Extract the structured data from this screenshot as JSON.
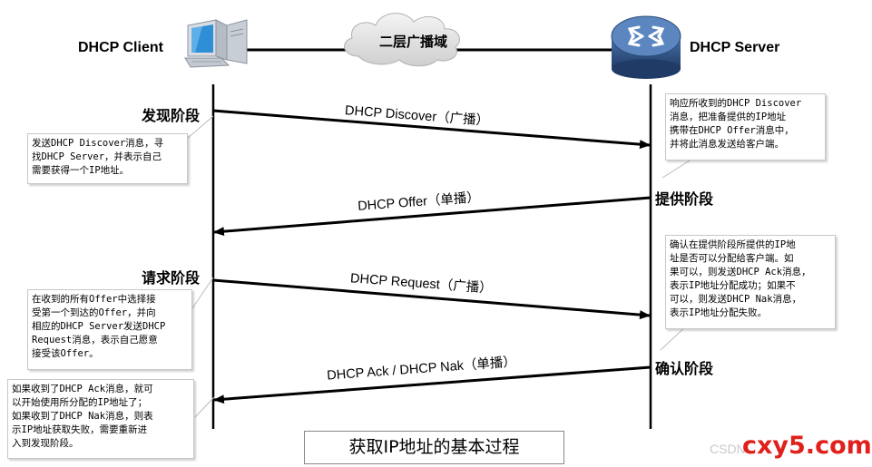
{
  "actors": {
    "client_label": "DHCP Client",
    "server_label": "DHCP Server",
    "network_label": "二层广播域"
  },
  "messages": {
    "discover": "DHCP Discover（广播）",
    "offer": "DHCP Offer（单播）",
    "request": "DHCP Request（广播）",
    "ack_nak": "DHCP Ack / DHCP Nak（单播）"
  },
  "phases": {
    "discover_phase": "发现阶段",
    "offer_phase": "提供阶段",
    "request_phase": "请求阶段",
    "ack_phase": "确认阶段"
  },
  "notes": {
    "client_discover": "发送DHCP Discover消息，寻\n找DHCP Server，并表示自己\n需要获得一个IP地址。",
    "server_offer": "响应所收到的DHCP Discover\n消息，把准备提供的IP地址\n携带在DHCP Offer消息中，\n并将此消息发送给客户端。",
    "client_request": "在收到的所有Offer中选择接\n受第一个到达的Offer，并向\n相应的DHCP Server发送DHCP\nRequest消息，表示自己愿意\n接受该Offer。",
    "server_ack": "确认在提供阶段所提供的IP地\n址是否可以分配给客户端。如\n果可以，则发送DHCP Ack消息，\n表示IP地址分配成功；如果不\n可以，则发送DHCP Nak消息，\n表示IP地址分配失败。",
    "client_result": "如果收到了DHCP Ack消息，就可\n以开始使用所分配的IP地址了；\n如果收到了DHCP Nak消息，则表\n示IP地址获取失败，需要重新进\n入到发现阶段。"
  },
  "caption": "获取IP地址的基本过程",
  "watermark": {
    "faint": "CSDN",
    "brand": "cxy5.com"
  },
  "colors": {
    "line": "#000000",
    "brand_red": "#e0201b",
    "router_blue": "#3a5f94"
  },
  "icons": {
    "client": "computer-icon",
    "server": "router-icon",
    "network": "cloud-icon"
  }
}
